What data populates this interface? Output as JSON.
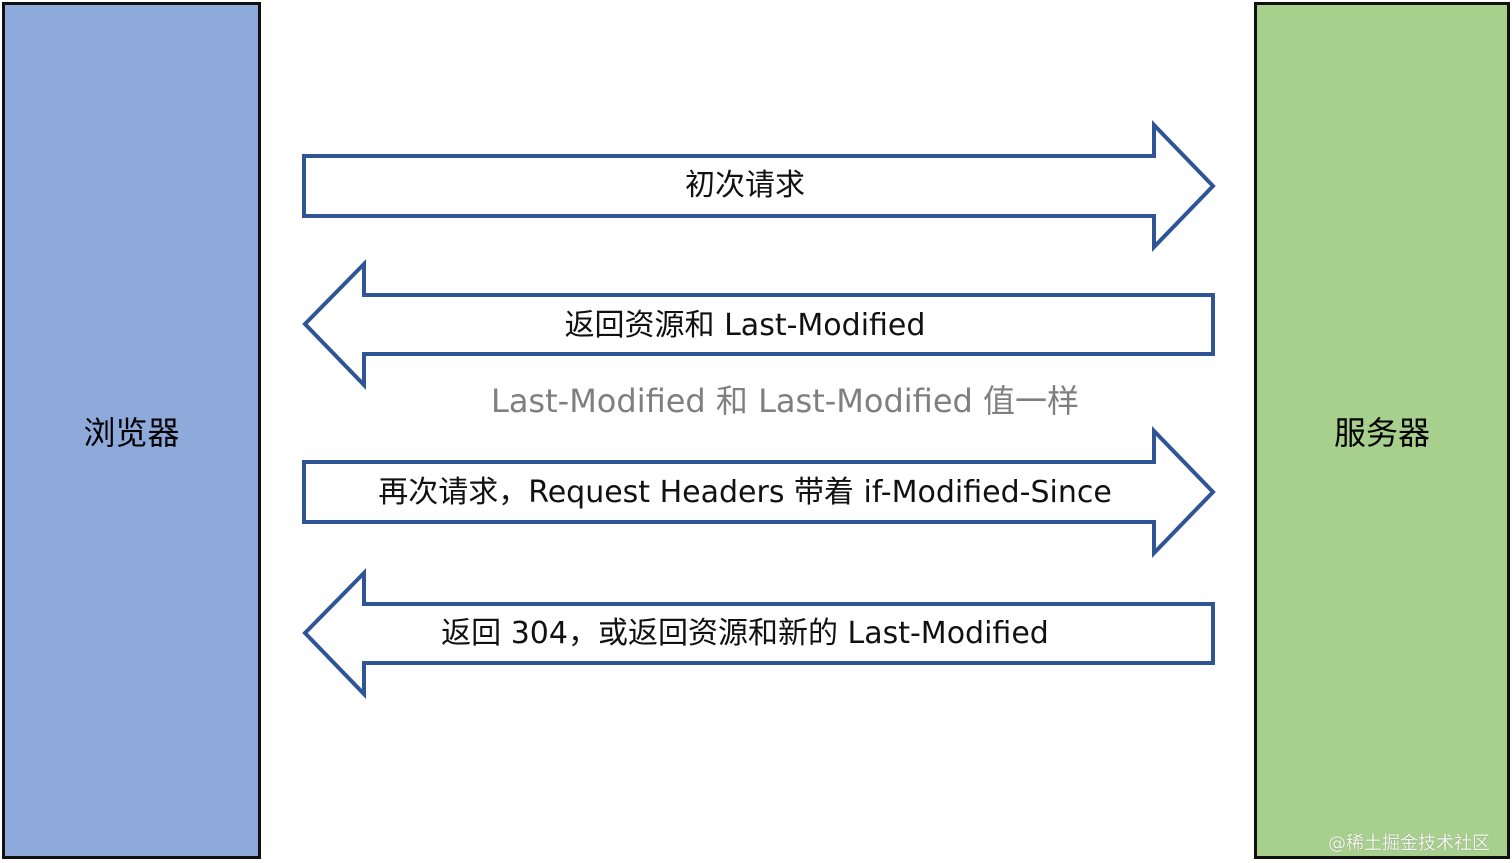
{
  "colors": {
    "browser_fill": "#8eaadb",
    "server_fill": "#a8d08d",
    "arrow_stroke": "#2f5597",
    "note_text": "#7f7f7f"
  },
  "browser": {
    "label": "浏览器"
  },
  "server": {
    "label": "服务器"
  },
  "flows": [
    {
      "direction": "right",
      "label": "初次请求"
    },
    {
      "direction": "left",
      "label": "返回资源和 Last-Modified"
    },
    {
      "direction": "right",
      "label": "再次请求，Request Headers 带着 if-Modified-Since"
    },
    {
      "direction": "left",
      "label": "返回 304，或返回资源和新的 Last-Modified"
    }
  ],
  "note": "Last-Modified 和 Last-Modified 值一样",
  "watermark": "@稀土掘金技术社区"
}
